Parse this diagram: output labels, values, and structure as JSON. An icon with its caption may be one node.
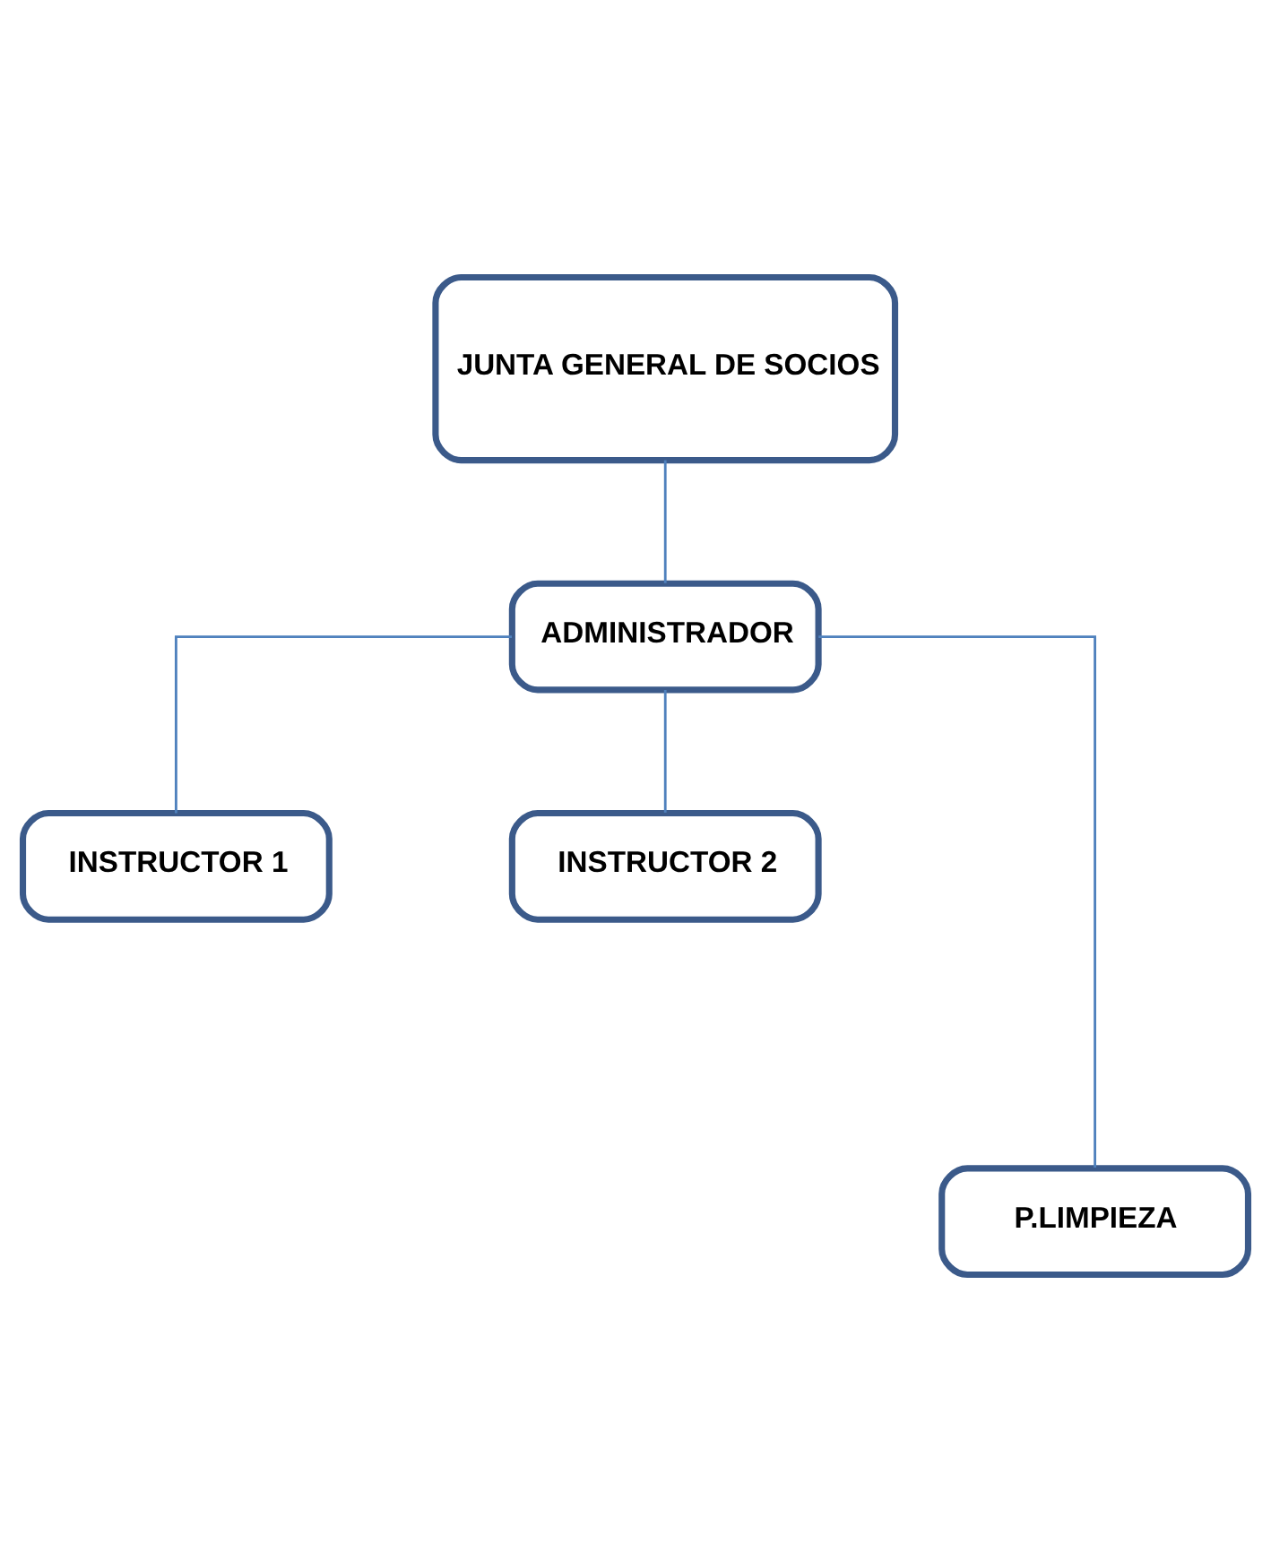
{
  "diagram": {
    "nodes": [
      {
        "text": [
          "JUNTA GENERAL DE SOCIOS"
        ]
      },
      {
        "text": [
          "ADMINISTRADOR"
        ]
      },
      {
        "text": [
          "INSTRUCTOR 1"
        ]
      },
      {
        "text": [
          "INSTRUCTOR 2"
        ]
      },
      {
        "text": [
          "P.LIMPIEZA"
        ]
      }
    ],
    "edges": [
      {
        "from": 0,
        "to": 1,
        "arrow": "none"
      },
      {
        "from": 1,
        "to": 2,
        "arrow": "none"
      },
      {
        "from": 1,
        "to": 3,
        "arrow": "none"
      },
      {
        "from": 1,
        "to": 4,
        "arrow": "none"
      }
    ]
  }
}
